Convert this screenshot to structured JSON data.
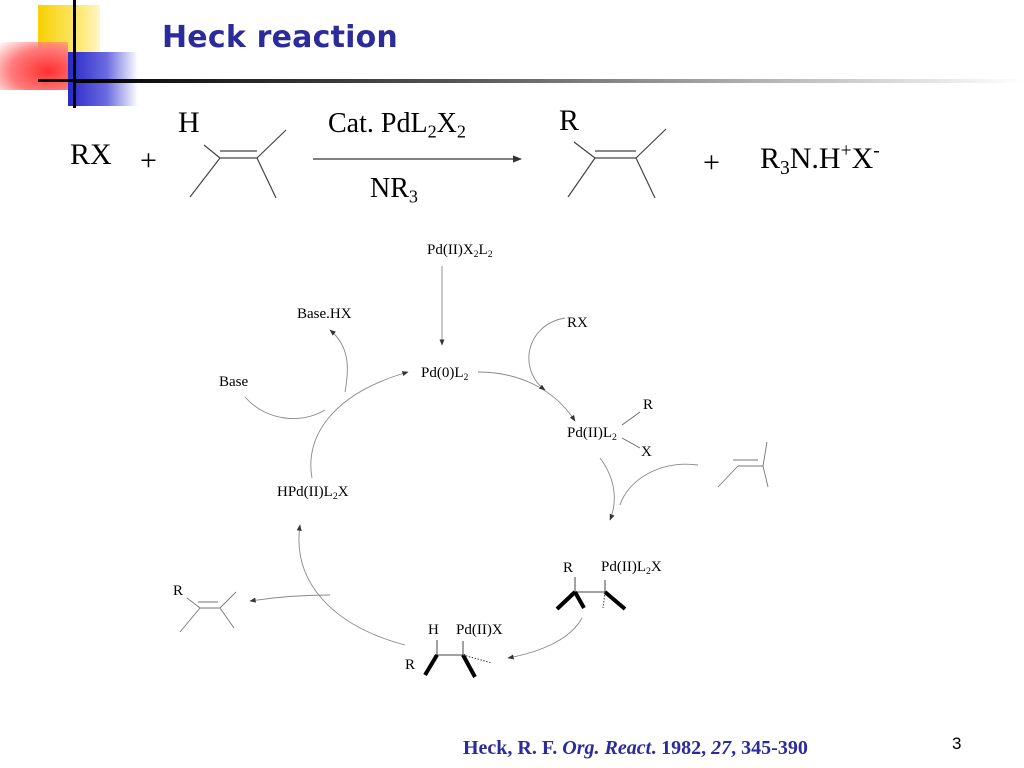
{
  "slide": {
    "title": "Heck reaction",
    "page_number": "3"
  },
  "equation": {
    "reactant_halide": "RX",
    "plus_1": "+",
    "h_label": "H",
    "catalyst": {
      "main": "Cat. PdL",
      "sub1": "2",
      "mid": "X",
      "sub2": "2"
    },
    "base": {
      "main": "NR",
      "sub": "3"
    },
    "r_label": "R",
    "plus_2": "+",
    "salt": {
      "a": "R",
      "a_sub": "3",
      "b": "N.H",
      "b_sup": "+",
      "c": "X",
      "c_sup": "-"
    }
  },
  "cycle": {
    "precatalyst": {
      "a": "Pd(II)X",
      "s1": "2",
      "b": "L",
      "s2": "2"
    },
    "pd0": {
      "a": "Pd(0)L",
      "s1": "2"
    },
    "rx": "RX",
    "base_hx": "Base.HX",
    "base": "Base",
    "oxidative_addition": {
      "a": "Pd(II)L",
      "s1": "2",
      "r": "R",
      "x": "X"
    },
    "hydride": {
      "a": "HPd(II)L",
      "s1": "2",
      "b": "X"
    },
    "insertion": {
      "r": "R",
      "a": "Pd(II)L",
      "s1": "2",
      "b": "X"
    },
    "beta_hydride": {
      "h": "H",
      "pd": "Pd(II)X",
      "r": "R"
    },
    "product_r": "R"
  },
  "reference": {
    "authors": "Heck, R. F. ",
    "journal": "Org. React",
    "year_part": ". 1982, ",
    "volume": "27",
    "pages": ", 345-390"
  }
}
